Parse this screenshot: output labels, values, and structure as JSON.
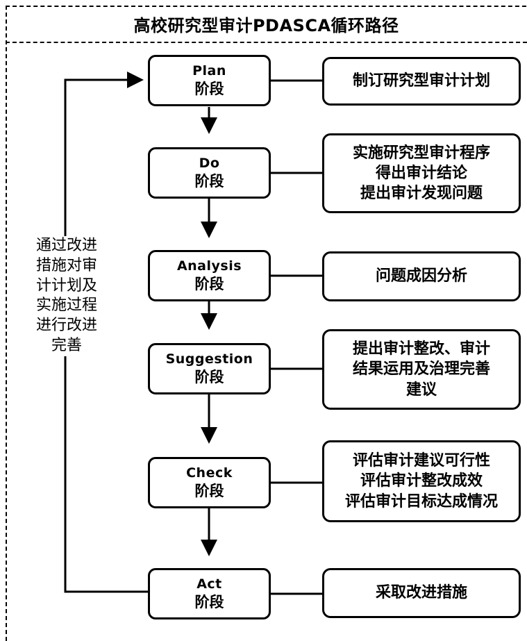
{
  "title": "高校研究型审计PDASCA循环路径",
  "feedback_label": [
    "通过改进",
    "措施对审",
    "计计划及",
    "实施过程",
    "进行改进",
    "完善"
  ],
  "stages": [
    {
      "en": "Plan",
      "cn": "阶段",
      "desc": [
        "制订研究型审计计划"
      ]
    },
    {
      "en": "Do",
      "cn": "阶段",
      "desc": [
        "实施研究型审计程序",
        "得出审计结论",
        "提出审计发现问题"
      ]
    },
    {
      "en": "Analysis",
      "cn": "阶段",
      "desc": [
        "问题成因分析"
      ]
    },
    {
      "en": "Suggestion",
      "cn": "阶段",
      "desc": [
        "提出审计整改、审计",
        "结果运用及治理完善",
        "建议"
      ]
    },
    {
      "en": "Check",
      "cn": "阶段",
      "desc": [
        "评估审计建议可行性",
        "评估审计整改成效",
        "评估审计目标达成情况"
      ]
    },
    {
      "en": "Act",
      "cn": "阶段",
      "desc": [
        "采取改进措施"
      ]
    }
  ]
}
